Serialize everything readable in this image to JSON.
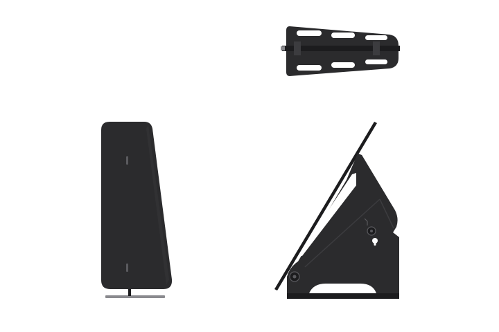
{
  "scene": {
    "background_color": "#ffffff",
    "views": [
      {
        "name": "top-view",
        "description_id": "stand-top-view"
      },
      {
        "name": "rear-view",
        "description_id": "stand-rear-view"
      },
      {
        "name": "side-view",
        "description_id": "stand-side-view"
      }
    ]
  },
  "colors": {
    "body": "#2b2b2d",
    "body_dark": "#1c1c1e",
    "edge": "#3c3c3f",
    "highlight": "#5a5a5e",
    "slot": "#ffffff",
    "screen": "#ffffff",
    "metal": "#8a8a8e"
  }
}
